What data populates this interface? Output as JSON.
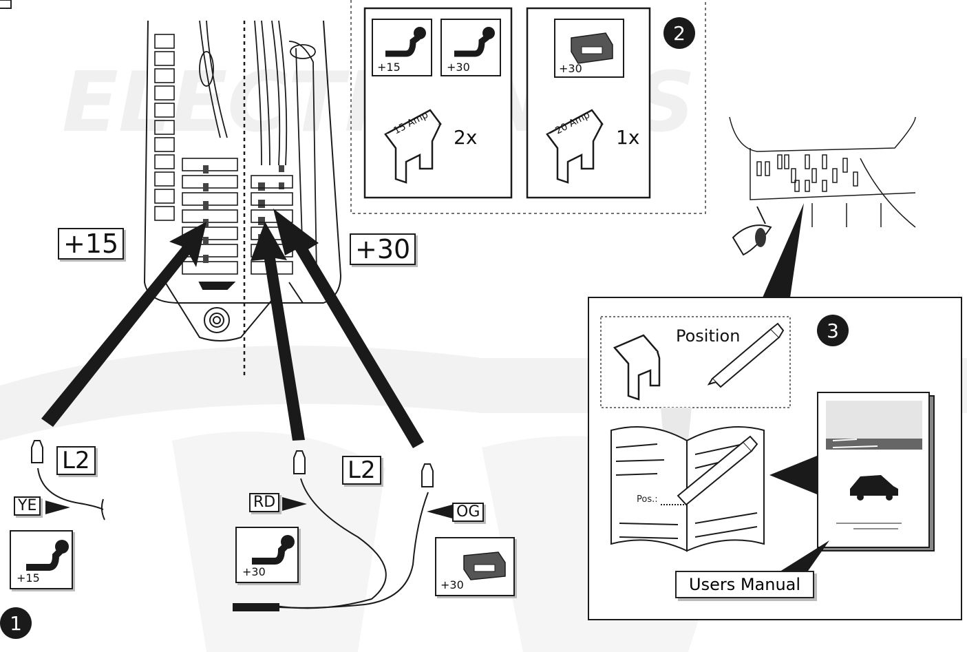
{
  "corner_mark": "",
  "background_watermark": "ELECTRONICS",
  "labels": {
    "plus15_big": "+15",
    "plus30_big": "+30",
    "l2_left": "L2",
    "l2_right": "L2",
    "ye": "YE",
    "rd": "RD",
    "og": "OG"
  },
  "icons": {
    "towbar_plus15": "+15",
    "towbar_plus30": "+30",
    "module_plus30": "+30",
    "kit_towbar_plus15": "+15",
    "kit_towbar_plus30": "+30",
    "kit_module_plus30": "+30"
  },
  "fuses": {
    "fuse_15_label": "15 Amp",
    "fuse_15_qty": "2x",
    "fuse_20_label": "20 Amp",
    "fuse_20_qty": "1x"
  },
  "steps": {
    "step1": "1",
    "step2": "2",
    "step3": "3"
  },
  "manual_panel": {
    "position_title": "Position",
    "pos_field": "Pos.:",
    "users_manual": "Users Manual"
  },
  "colors": {
    "ink": "#1a1a1a",
    "shadow": "#bbbbbb",
    "watermark": "#f0f0f0"
  }
}
